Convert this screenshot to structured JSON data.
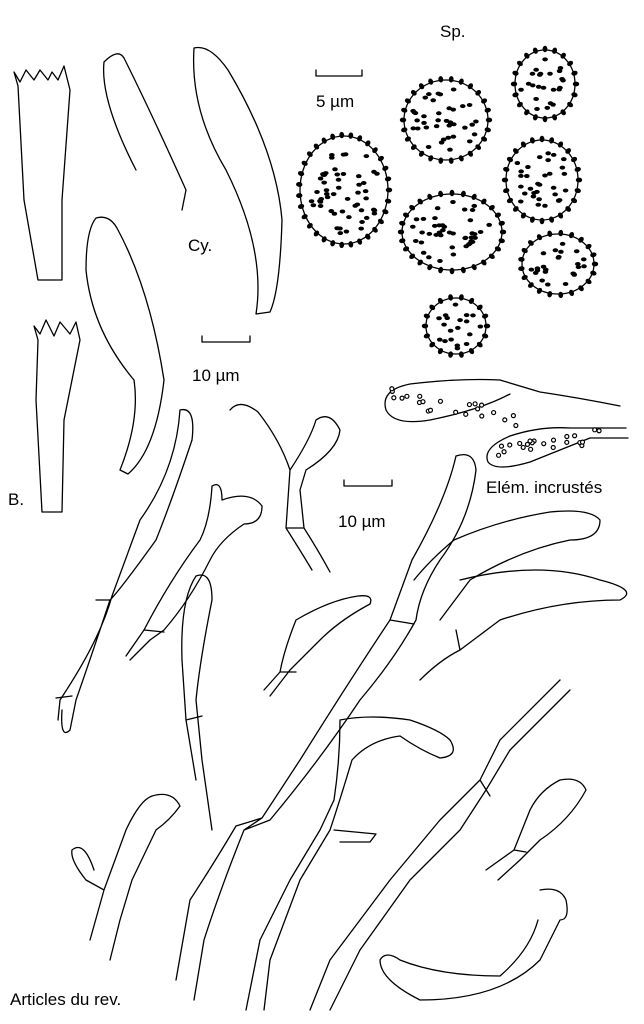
{
  "labels": {
    "spores": "Sp.",
    "spore_scale": "5 µm",
    "cystidia": "Cy.",
    "cystidia_scale": "10 µm",
    "basidia": "B.",
    "hyphae_scale": "10 µm",
    "encrusted": "Elém. incrustés",
    "cuticle": "Articles du rev."
  },
  "colors": {
    "ink": "#000000",
    "background": "#ffffff"
  }
}
